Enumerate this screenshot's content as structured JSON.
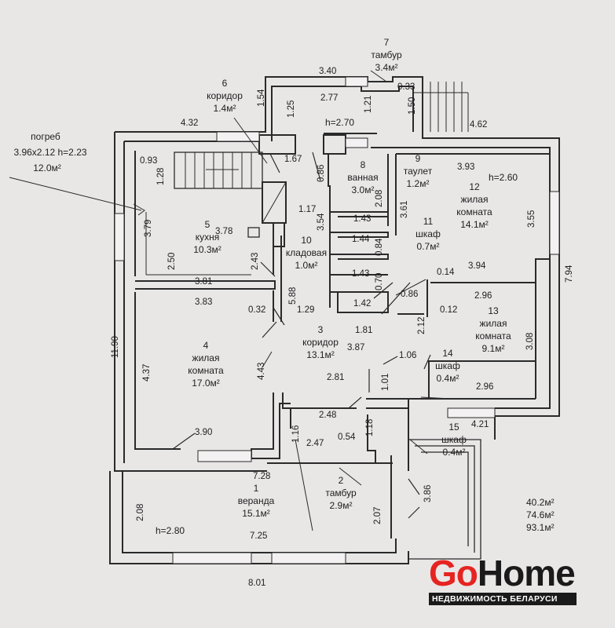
{
  "rooms": [
    {
      "number": "1",
      "lines": [
        "веранда",
        "15.1м²"
      ]
    },
    {
      "number": "2",
      "lines": [
        "тамбур",
        "2.9м²"
      ]
    },
    {
      "number": "3",
      "lines": [
        "коридор",
        "13.1м²"
      ]
    },
    {
      "number": "4",
      "lines": [
        "жилая",
        "комната",
        "17.0м²"
      ]
    },
    {
      "number": "5",
      "lines": [
        "кухня",
        "10.3м²"
      ]
    },
    {
      "number": "6",
      "lines": [
        "коридор",
        "1.4м²"
      ]
    },
    {
      "number": "7",
      "lines": [
        "тамбур",
        "3.4м²"
      ]
    },
    {
      "number": "8",
      "lines": [
        "ванная",
        "3.0м²"
      ]
    },
    {
      "number": "9",
      "lines": [
        "таулет",
        "1.2м²"
      ]
    },
    {
      "number": "10",
      "lines": [
        "кладовая",
        "1.0м²"
      ]
    },
    {
      "number": "11",
      "lines": [
        "шкаф",
        "0.7м²"
      ]
    },
    {
      "number": "12",
      "lines": [
        "жилая",
        "комната",
        "14.1м²"
      ]
    },
    {
      "number": "13",
      "lines": [
        "жилая",
        "комната",
        "9.1м²"
      ]
    },
    {
      "number": "14",
      "lines": [
        "шкаф",
        "0.4м²"
      ]
    },
    {
      "number": "15",
      "lines": [
        "шкаф",
        "0.4м²"
      ]
    }
  ],
  "cellar": {
    "lines": [
      "погреб",
      "3.96x2.12 h=2.23",
      "12.0м²"
    ]
  },
  "heights": [
    "h=2.70",
    "h=2.60",
    "h=2.80"
  ],
  "dimensions": [
    "3.40",
    "0.33",
    "2.77",
    "1.54",
    "1.25",
    "1.21",
    "1.50",
    "4.32",
    "4.62",
    "0.93",
    "1.28",
    "1.67",
    "0.86",
    "3.93",
    "2.08",
    "3.61",
    "3.79",
    "3.78",
    "1.17",
    "1.43",
    "3.55",
    "3.54",
    "1.44",
    "0.84",
    "2.50",
    "2.43",
    "3.81",
    "1.43",
    "0.70",
    "0.14",
    "3.94",
    "5.88",
    "7.94",
    "3.83",
    "1.42",
    "0.86",
    "2.96",
    "0.32",
    "1.29",
    "1.81",
    "0.12",
    "2.12",
    "11.90",
    "3.87",
    "3.08",
    "4.37",
    "4.43",
    "1.06",
    "2.81",
    "1.01",
    "2.96",
    "2.48",
    "4.21",
    "3.90",
    "1.16",
    "1.18",
    "0.54",
    "2.47",
    "7.28",
    "3.86",
    "2.08",
    "2.07",
    "7.25",
    "8.01"
  ],
  "totals": [
    "40.2м²",
    "74.6м²",
    "93.1м²"
  ],
  "brand": {
    "go": "Go",
    "home": "Home",
    "tagline": "НЕДВИЖИМОСТЬ БЕЛАРУСИ"
  }
}
